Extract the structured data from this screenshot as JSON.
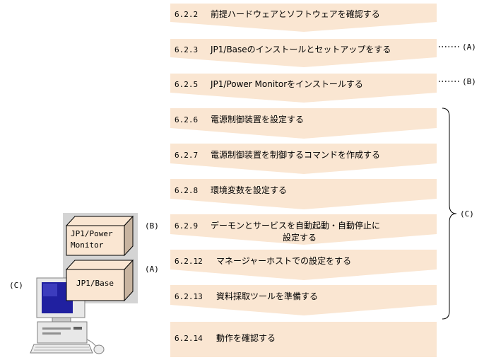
{
  "steps": [
    {
      "num": "6.2.2",
      "text": "前提ハードウェアとソフトウェアを確認する"
    },
    {
      "num": "6.2.3",
      "text": "JP1/Baseのインストールとセットアップをする"
    },
    {
      "num": "6.2.5",
      "text": "JP1/Power Monitorをインストールする"
    },
    {
      "num": "6.2.6",
      "text": "電源制御装置を設定する"
    },
    {
      "num": "6.2.7",
      "text": "電源制御装置を制御するコマンドを作成する"
    },
    {
      "num": "6.2.8",
      "text": "環境変数を設定する"
    },
    {
      "num": "6.2.9",
      "text": "デーモンとサービスを自動起動・自動停止に",
      "text2": "設定する"
    },
    {
      "num": "6.2.12",
      "text": "マネージャーホストでの設定をする"
    },
    {
      "num": "6.2.13",
      "text": "資料採取ツールを準備する"
    },
    {
      "num": "6.2.14",
      "text": "動作を確認する"
    }
  ],
  "annotations": {
    "a": "(A)",
    "b": "(B)",
    "c": "(C)"
  },
  "computer": {
    "box_top_line1": "JP1/Power",
    "box_top_line2": "Monitor",
    "box_bottom": "JP1/Base",
    "label_b": "(B)",
    "label_a": "(A)",
    "label_c": "(C)"
  },
  "colors": {
    "step_fill": "#fae6d2",
    "box_fill": "#fae6d2",
    "box_side": "#c8b4a0",
    "panel": "#d4d4d4",
    "screen": "#2020a0"
  }
}
